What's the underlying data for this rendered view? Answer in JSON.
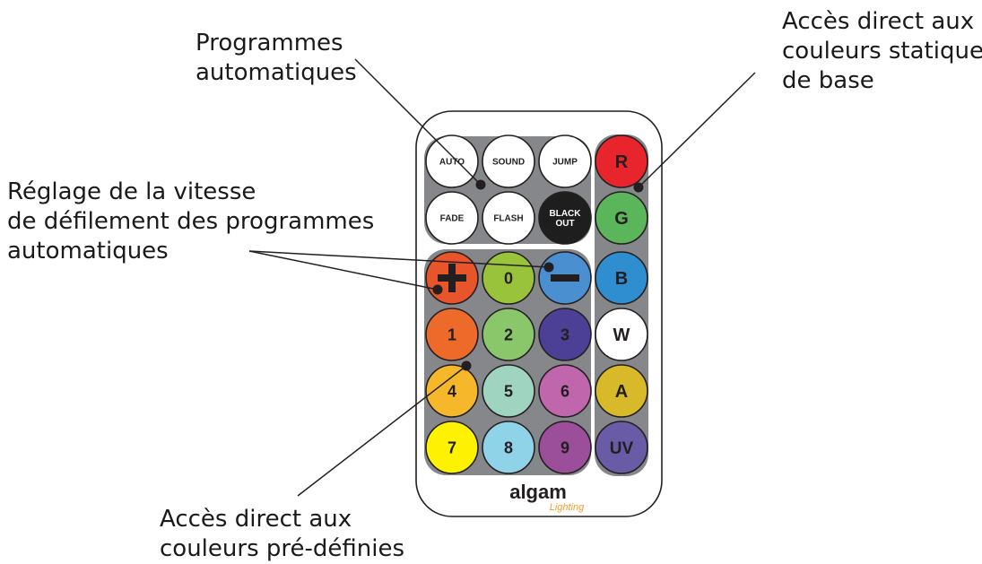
{
  "captions": {
    "programmes": [
      "Programmes",
      "automatiques"
    ],
    "static_colors": [
      "Accès direct aux",
      "couleurs statiques",
      "de base"
    ],
    "speed": [
      "Réglage de la vitesse",
      "de défilement des programmes",
      "automatiques"
    ],
    "predefined": [
      "Accès direct aux",
      "couleurs pré-définies"
    ]
  },
  "remote": {
    "program_buttons": [
      {
        "label": "AUTO",
        "icon": "auto-button"
      },
      {
        "label": "SOUND",
        "icon": "sound-button"
      },
      {
        "label": "JUMP",
        "icon": "jump-button"
      },
      {
        "label": "FADE",
        "icon": "fade-button"
      },
      {
        "label": "FLASH",
        "icon": "flash-button"
      },
      {
        "label": "BLACK",
        "label2": "OUT",
        "icon": "blackout-button"
      }
    ],
    "speed_buttons": [
      {
        "label": "+",
        "icon": "plus-icon",
        "color": "#e8552a"
      },
      {
        "label": "0",
        "color": "#9ac33c"
      },
      {
        "label": "−",
        "icon": "minus-icon",
        "color": "#4a8fd0"
      }
    ],
    "number_buttons": [
      {
        "label": "1",
        "color": "#ee6a2a"
      },
      {
        "label": "2",
        "color": "#8ac76b"
      },
      {
        "label": "3",
        "color": "#4b3f96"
      },
      {
        "label": "4",
        "color": "#f6b82a"
      },
      {
        "label": "5",
        "color": "#9fd4c0"
      },
      {
        "label": "6",
        "color": "#c066ad"
      },
      {
        "label": "7",
        "color": "#fff200"
      },
      {
        "label": "8",
        "color": "#8fd3e8"
      },
      {
        "label": "9",
        "color": "#9b4f9b"
      }
    ],
    "color_buttons": [
      {
        "label": "R",
        "color": "#e8252d"
      },
      {
        "label": "G",
        "color": "#5bb55a"
      },
      {
        "label": "B",
        "color": "#2f8ed0"
      },
      {
        "label": "W",
        "color": "#ffffff"
      },
      {
        "label": "A",
        "color": "#d8b92a"
      },
      {
        "label": "UV",
        "color": "#6a5ba6"
      }
    ],
    "brand": "algam",
    "brand_sub": "Lighting",
    "colors": {
      "panel": "#86878a",
      "outline": "#231f20",
      "body": "#ffffff",
      "blackout": "#1e1e1e",
      "brand_sub": "#f39c2a"
    }
  }
}
